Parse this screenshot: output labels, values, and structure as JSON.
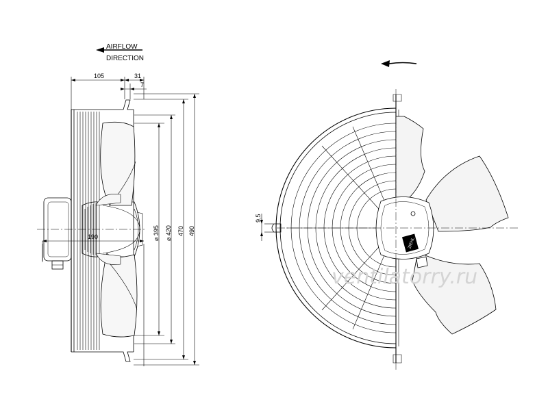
{
  "labels": {
    "airflow_line1": "AIRFLOW",
    "airflow_line2": "DIRECTION"
  },
  "dimensions": {
    "d105": "105",
    "d31": "31",
    "d7": "7",
    "d190": "190",
    "d395": "⌀ 395",
    "d420": "⌀ 420",
    "d470": "470",
    "d490": "490",
    "d9_5": "9,5"
  },
  "logo_text": "ZIEHL",
  "watermark": "ventilatorry.ru"
}
